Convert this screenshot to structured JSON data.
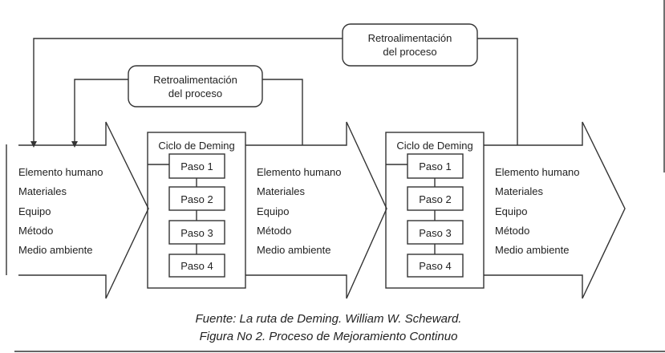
{
  "feedback_outer": {
    "line1": "Retroalimentación",
    "line2": "del proceso"
  },
  "feedback_inner": {
    "line1": "Retroalimentación",
    "line2": "del proceso"
  },
  "stages": [
    {
      "items": [
        "Elemento humano",
        "Materiales",
        "Equipo",
        "Método",
        "Medio ambiente"
      ]
    },
    {
      "items": [
        "Elemento humano",
        "Materiales",
        "Equipo",
        "Método",
        "Medio ambiente"
      ]
    },
    {
      "items": [
        "Elemento humano",
        "Materiales",
        "Equipo",
        "Método",
        "Medio ambiente"
      ]
    }
  ],
  "cycles": [
    {
      "title": "Ciclo de Deming",
      "steps": [
        "Paso 1",
        "Paso 2",
        "Paso 3",
        "Paso 4"
      ]
    },
    {
      "title": "Ciclo de Deming",
      "steps": [
        "Paso 1",
        "Paso 2",
        "Paso 3",
        "Paso 4"
      ]
    }
  ],
  "caption": {
    "source": "Fuente: La ruta de Deming. William W. Scheward.",
    "figure": "Figura No 2. Proceso de Mejoramiento Continuo"
  }
}
